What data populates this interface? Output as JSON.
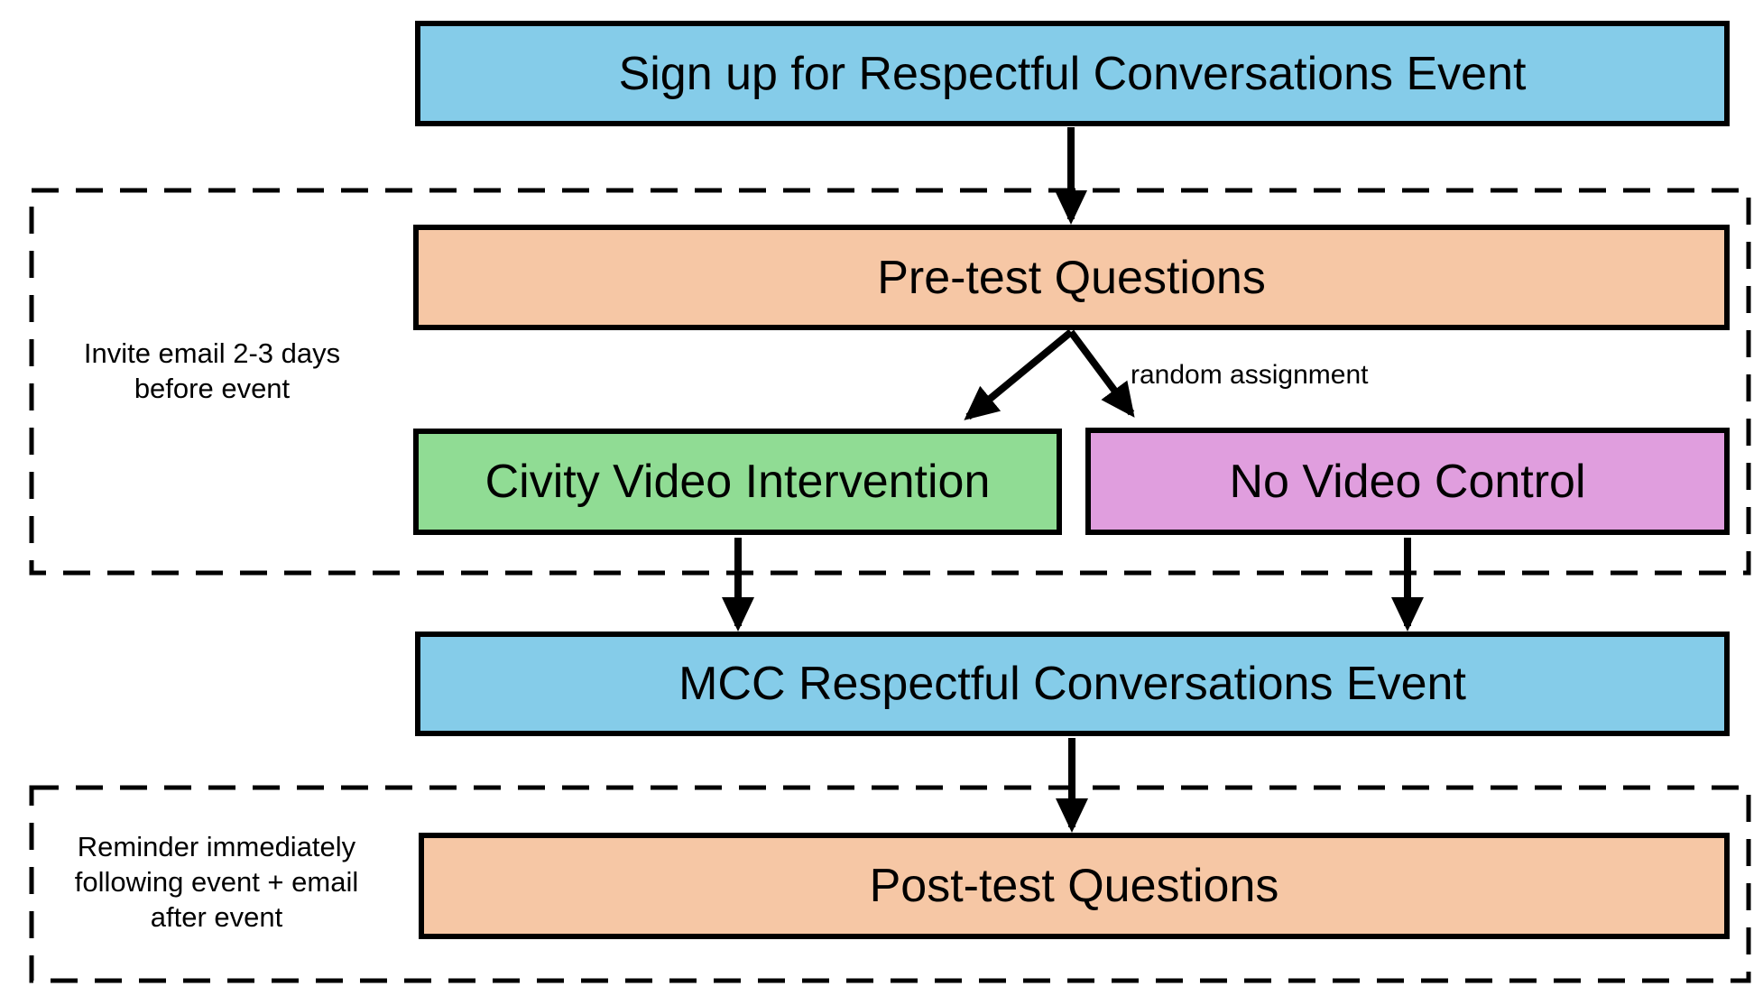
{
  "nodes": {
    "signup": "Sign up for Respectful Conversations Event",
    "pretest": "Pre-test Questions",
    "intervention": "Civity Video Intervention",
    "control": "No Video Control",
    "event": "MCC Respectful Conversations Event",
    "posttest": "Post-test Questions"
  },
  "labels": {
    "random_assignment": "random assignment",
    "invite_lines": [
      "Invite email 2-3 days",
      "before event"
    ],
    "reminder_lines": [
      "Reminder immediately",
      "following event + email",
      "after event"
    ]
  },
  "colors": {
    "background": "#FFFFFF",
    "border": "#000000",
    "signup_fill": "#85CCE9",
    "pretest_fill": "#F6C7A5",
    "intervention_fill": "#90DC94",
    "control_fill": "#E09EDE",
    "event_fill": "#85CCE9",
    "posttest_fill": "#F6C7A5"
  }
}
